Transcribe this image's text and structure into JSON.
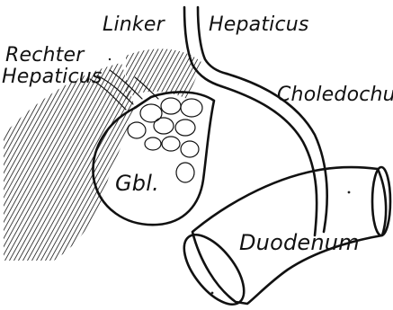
{
  "labels": {
    "linker": "Linker",
    "hepaticus_top": "Hepaticus",
    "rechter": "Rechter",
    "hepaticus_left": "Hepaticus",
    "choledochus": "Choledochus",
    "gbl": "Gbl.",
    "duodenum": "Duodenum"
  }
}
